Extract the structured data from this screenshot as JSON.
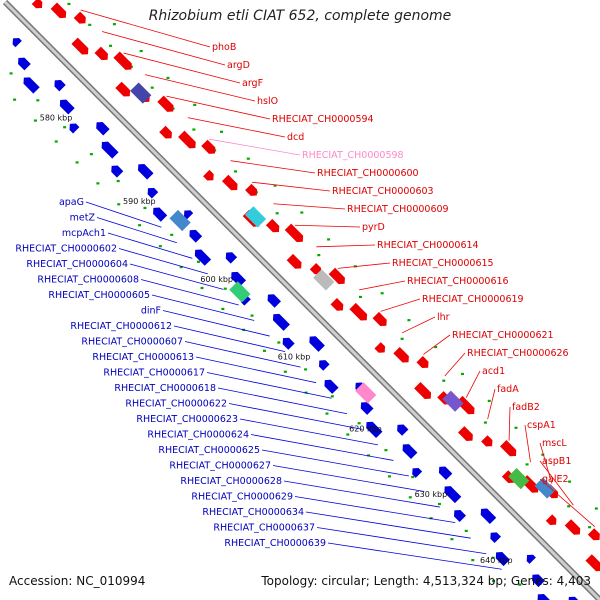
{
  "title": "Rhizobium etli CIAT 652, complete genome",
  "footer": {
    "accession": "Accession: NC_010994",
    "topology": "Topology: circular; Length: 4,513,324 bp; Genes: 4,403"
  },
  "ticks": [
    {
      "label": "580 kbp"
    },
    {
      "label": "590 kbp"
    },
    {
      "label": "600 kbp"
    },
    {
      "label": "610 kbp"
    },
    {
      "label": "620 kbp"
    },
    {
      "label": "630 kbp"
    },
    {
      "label": "640 kbp"
    }
  ],
  "right_labels": [
    {
      "text": "phoB",
      "color": "red"
    },
    {
      "text": "argD",
      "color": "red"
    },
    {
      "text": "argF",
      "color": "red"
    },
    {
      "text": "hslO",
      "color": "red"
    },
    {
      "text": "RHECIAT_CH0000594",
      "color": "red"
    },
    {
      "text": "dcd",
      "color": "red"
    },
    {
      "text": "RHECIAT_CH0000598",
      "color": "pink"
    },
    {
      "text": "RHECIAT_CH0000600",
      "color": "red"
    },
    {
      "text": "RHECIAT_CH0000603",
      "color": "red"
    },
    {
      "text": "RHECIAT_CH0000609",
      "color": "red"
    },
    {
      "text": "pyrD",
      "color": "red"
    },
    {
      "text": "RHECIAT_CH0000614",
      "color": "red"
    },
    {
      "text": "RHECIAT_CH0000615",
      "color": "red"
    },
    {
      "text": "RHECIAT_CH0000616",
      "color": "red"
    },
    {
      "text": "RHECIAT_CH0000619",
      "color": "red"
    },
    {
      "text": "lhr",
      "color": "red"
    },
    {
      "text": "RHECIAT_CH0000621",
      "color": "red"
    },
    {
      "text": "RHECIAT_CH0000626",
      "color": "red"
    },
    {
      "text": "acd1",
      "color": "red"
    },
    {
      "text": "fadA",
      "color": "red"
    },
    {
      "text": "fadB2",
      "color": "red"
    },
    {
      "text": "cspA1",
      "color": "red"
    },
    {
      "text": "mscL",
      "color": "red"
    },
    {
      "text": "aspB1",
      "color": "red"
    },
    {
      "text": "galE2",
      "color": "red"
    }
  ],
  "left_labels": [
    {
      "text": "apaG"
    },
    {
      "text": "metZ"
    },
    {
      "text": "mcpAch1"
    },
    {
      "text": "RHECIAT_CH0000602"
    },
    {
      "text": "RHECIAT_CH0000604"
    },
    {
      "text": "RHECIAT_CH0000608"
    },
    {
      "text": "RHECIAT_CH0000605"
    },
    {
      "text": "dinF"
    },
    {
      "text": "RHECIAT_CH0000612"
    },
    {
      "text": "RHECIAT_CH0000607"
    },
    {
      "text": "RHECIAT_CH0000613"
    },
    {
      "text": "RHECIAT_CH0000617"
    },
    {
      "text": "RHECIAT_CH0000618"
    },
    {
      "text": "RHECIAT_CH0000622"
    },
    {
      "text": "RHECIAT_CH0000623"
    },
    {
      "text": "RHECIAT_CH0000624"
    },
    {
      "text": "RHECIAT_CH0000625"
    },
    {
      "text": "RHECIAT_CH0000627"
    },
    {
      "text": "RHECIAT_CH0000628"
    },
    {
      "text": "RHECIAT_CH0000629"
    },
    {
      "text": "RHECIAT_CH0000634"
    },
    {
      "text": "RHECIAT_CH0000637"
    },
    {
      "text": "RHECIAT_CH0000639"
    }
  ],
  "colors": {
    "forward_gene": "#ee0000",
    "reverse_gene": "#0000dd",
    "backbone": "#999999",
    "gc_skew": "#00aa00",
    "highlight_pink": "#ff88cc"
  }
}
